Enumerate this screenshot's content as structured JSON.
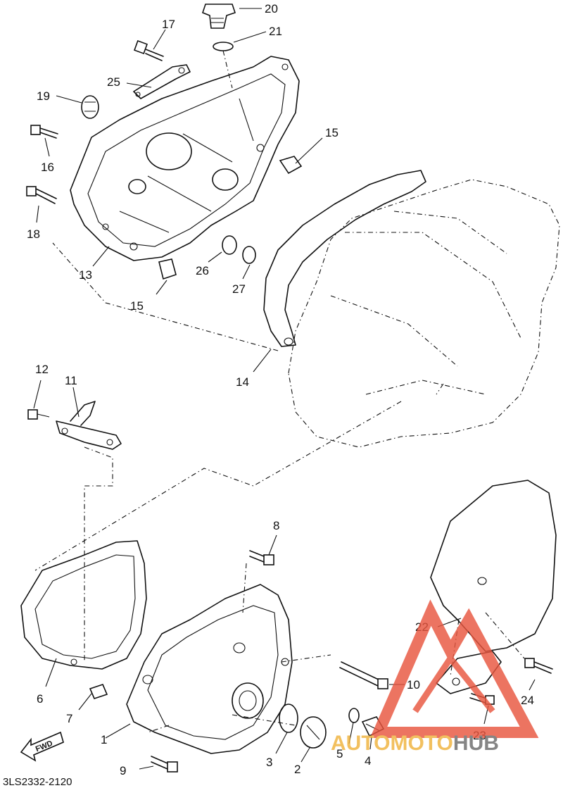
{
  "callouts": [
    {
      "id": "c20",
      "text": "20"
    },
    {
      "id": "c21",
      "text": "21"
    },
    {
      "id": "c17",
      "text": "17"
    },
    {
      "id": "c25",
      "text": "25"
    },
    {
      "id": "c19",
      "text": "19"
    },
    {
      "id": "c15a",
      "text": "15"
    },
    {
      "id": "c16",
      "text": "16"
    },
    {
      "id": "c18",
      "text": "18"
    },
    {
      "id": "c13",
      "text": "13"
    },
    {
      "id": "c26",
      "text": "26"
    },
    {
      "id": "c27",
      "text": "27"
    },
    {
      "id": "c15b",
      "text": "15"
    },
    {
      "id": "c14",
      "text": "14"
    },
    {
      "id": "c12",
      "text": "12"
    },
    {
      "id": "c11",
      "text": "11"
    },
    {
      "id": "c8",
      "text": "8"
    },
    {
      "id": "c22",
      "text": "22"
    },
    {
      "id": "c10",
      "text": "10"
    },
    {
      "id": "c24",
      "text": "24"
    },
    {
      "id": "c23",
      "text": "23"
    },
    {
      "id": "c6",
      "text": "6"
    },
    {
      "id": "c7",
      "text": "7"
    },
    {
      "id": "c1",
      "text": "1"
    },
    {
      "id": "c3",
      "text": "3"
    },
    {
      "id": "c2",
      "text": "2"
    },
    {
      "id": "c5",
      "text": "5"
    },
    {
      "id": "c4",
      "text": "4"
    },
    {
      "id": "c9",
      "text": "9"
    }
  ],
  "fwd_label": "FWD",
  "diagram_code": "3LS2332-2120",
  "watermark": {
    "text_accent": "AUTOMOTO",
    "text_dark": "HUB",
    "accent_color": "#e8563f",
    "gold_color": "#f0b33c",
    "dark_color": "#6b6b6b"
  }
}
